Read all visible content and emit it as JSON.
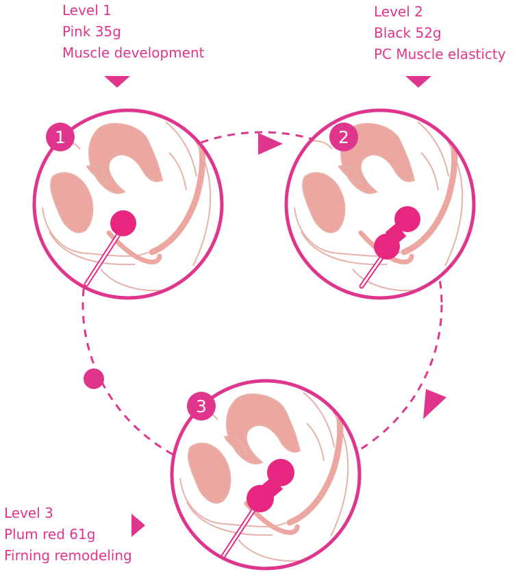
{
  "levels": [
    {
      "number": "1",
      "title": "Level 1",
      "weight": "Pink 35g",
      "benefit": "Muscle development"
    },
    {
      "number": "2",
      "title": "Level 2",
      "weight": "Black 52g",
      "benefit": "PC Muscle elasticty"
    },
    {
      "number": "3",
      "title": "Level 3",
      "weight": "Plum red 61g",
      "benefit": "Firning remodeling"
    }
  ],
  "colors": {
    "accent": "#e0358c",
    "ball": "#e6267f",
    "anatomy_fill": "#eda7a1",
    "anatomy_line": "#e7b1aa",
    "background": "#ffffff"
  }
}
